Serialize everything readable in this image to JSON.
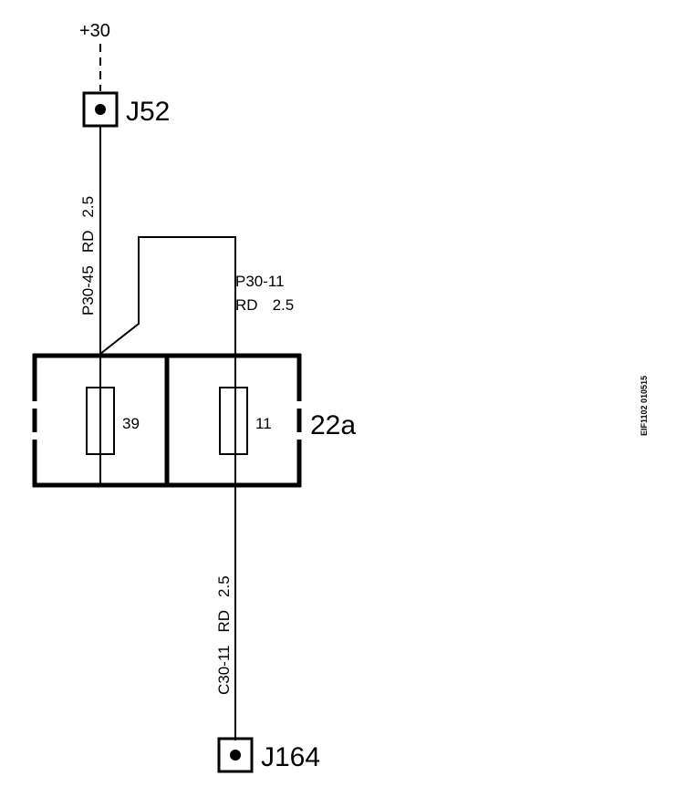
{
  "supply": {
    "label": "+30"
  },
  "connectors": {
    "top": {
      "label": "J52"
    },
    "bottom": {
      "label": "J164"
    }
  },
  "wires": {
    "left_upper": {
      "circuit": "P30-45",
      "color": "RD",
      "size": "2.5"
    },
    "right_upper": {
      "circuit": "P30-11",
      "color": "RD",
      "size": "2.5"
    },
    "lower": {
      "circuit": "C30-11",
      "color": "RD",
      "size": "2.5"
    }
  },
  "fuse_box": {
    "label": "22a",
    "fuses": [
      {
        "number": "39"
      },
      {
        "number": "11"
      }
    ]
  },
  "figure_code": "EIF1102 010515"
}
